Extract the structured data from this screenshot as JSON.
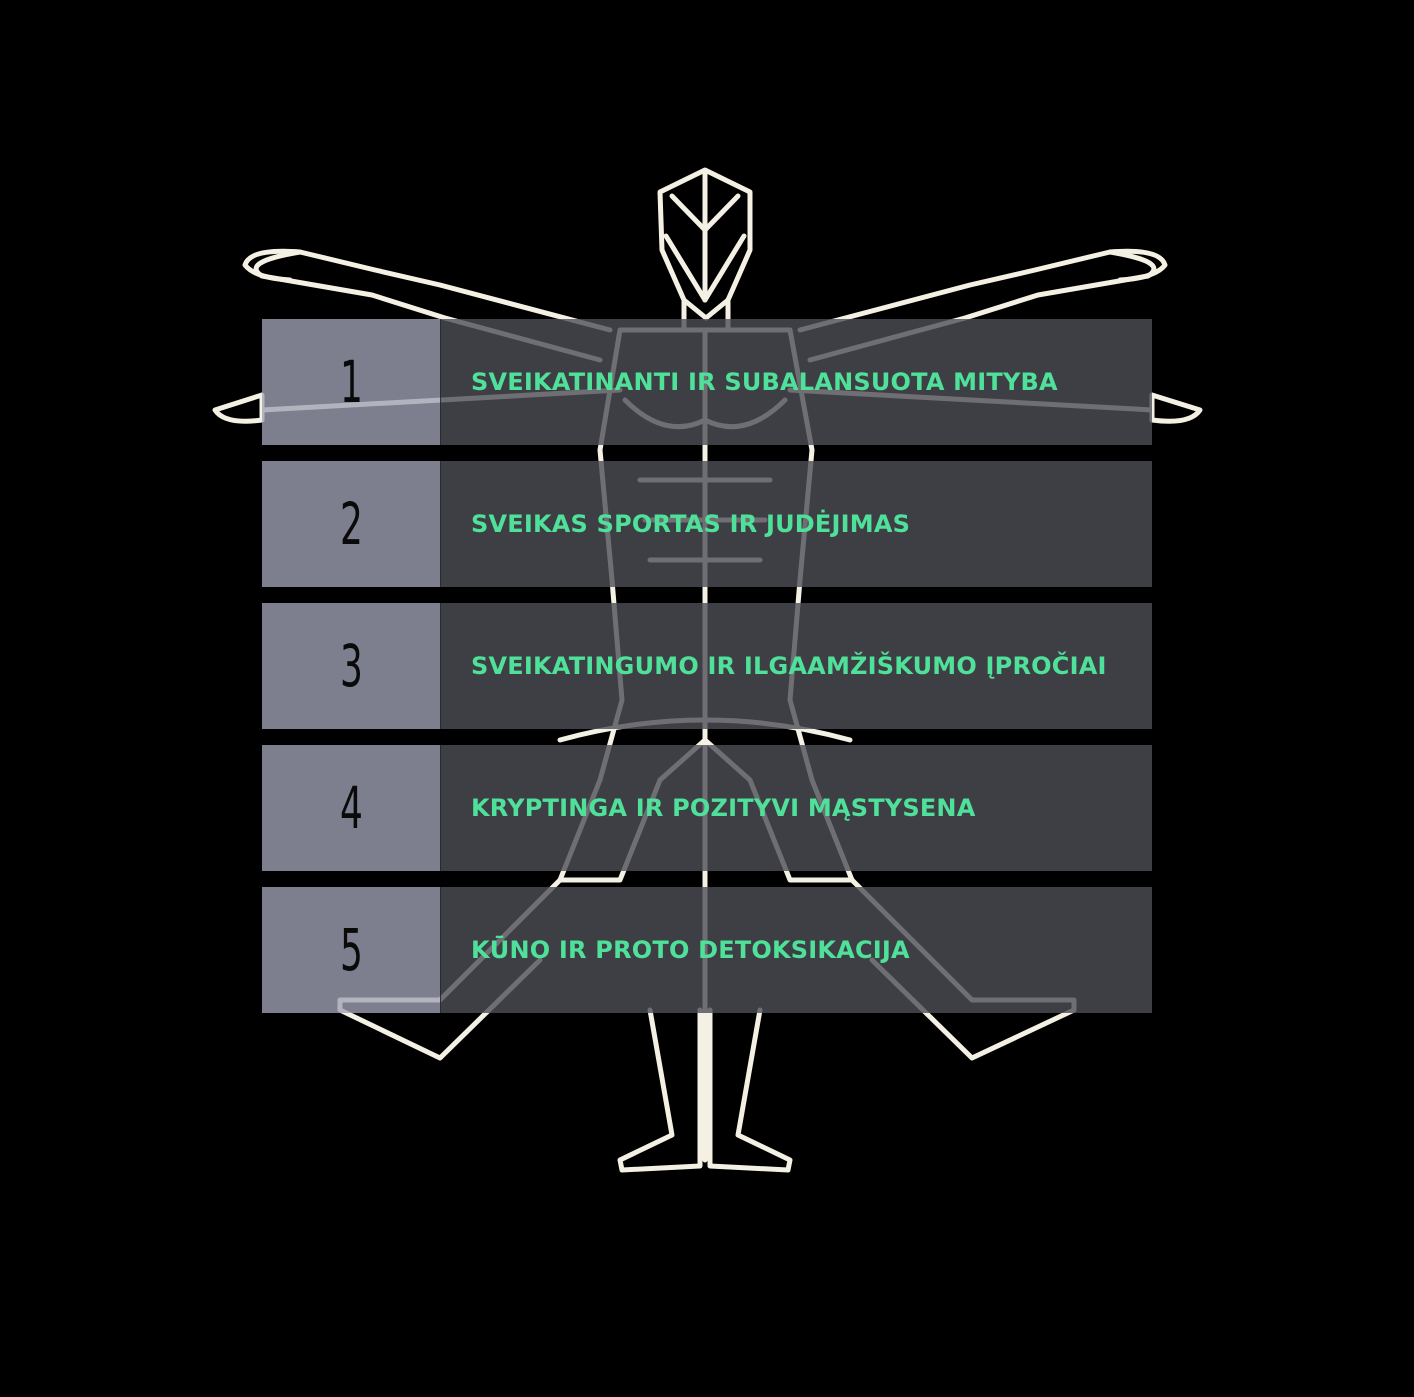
{
  "items": [
    {
      "number": "1",
      "label": "SVEIKATINANTI IR SUBALANSUOTA MITYBA"
    },
    {
      "number": "2",
      "label": "SVEIKAS SPORTAS IR JUDĖJIMAS"
    },
    {
      "number": "3",
      "label": "SVEIKATINGUMO IR ILGAAMŽIŠKUMO ĮPROČIAI"
    },
    {
      "number": "4",
      "label": "KRYPTINGA IR POZITYVI MĄSTYSENA"
    },
    {
      "number": "5",
      "label": "KŪNO IR PROTO DETOKSIKACIJA"
    }
  ],
  "colors": {
    "background": "#000000",
    "figure_line": "#f4f1e4",
    "number_cell": "#a0a2b6",
    "label_cell": "#4e4f56",
    "label_text": "#4fe09a"
  },
  "figure": {
    "icon": "vitruvian-figure-icon"
  }
}
